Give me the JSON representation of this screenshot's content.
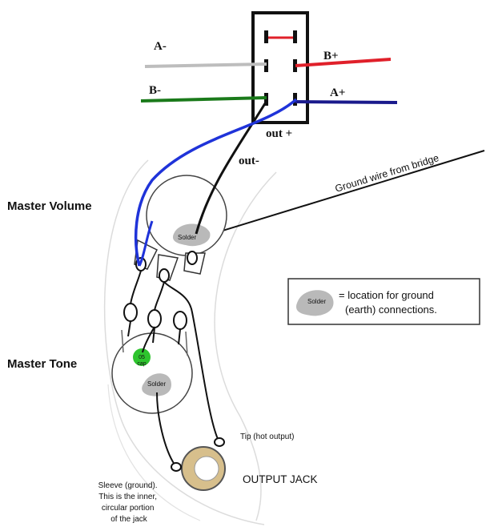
{
  "switch_labels": {
    "a_minus": "A-",
    "b_plus": "B+",
    "b_minus": "B-",
    "a_plus": "A+",
    "out_plus": "out +",
    "out_minus": "out-"
  },
  "wire_colors": {
    "a_minus": "#bdbdbd",
    "b_plus": "#e0202a",
    "b_minus": "#1a7a1a",
    "a_plus": "#1a1a8c",
    "out_plus": "#1f33d9",
    "out_minus": "#111111",
    "switch_link": "#e0202a"
  },
  "components": {
    "ground_wire": "Ground wire from bridge",
    "master_volume": "Master Volume",
    "master_tone": "Master Tone",
    "volume_solder": "Solder",
    "tone_solder": "Solder",
    "cap": "05\ncap",
    "tip": "Tip (hot output)",
    "output_jack": "OUTPUT JACK",
    "sleeve": "Sleeve (ground).\nThis is the inner,\ncircular portion\nof the jack"
  },
  "legend": {
    "solder": "Solder",
    "text_line1": "= location for ground",
    "text_line2": "(earth) connections."
  }
}
